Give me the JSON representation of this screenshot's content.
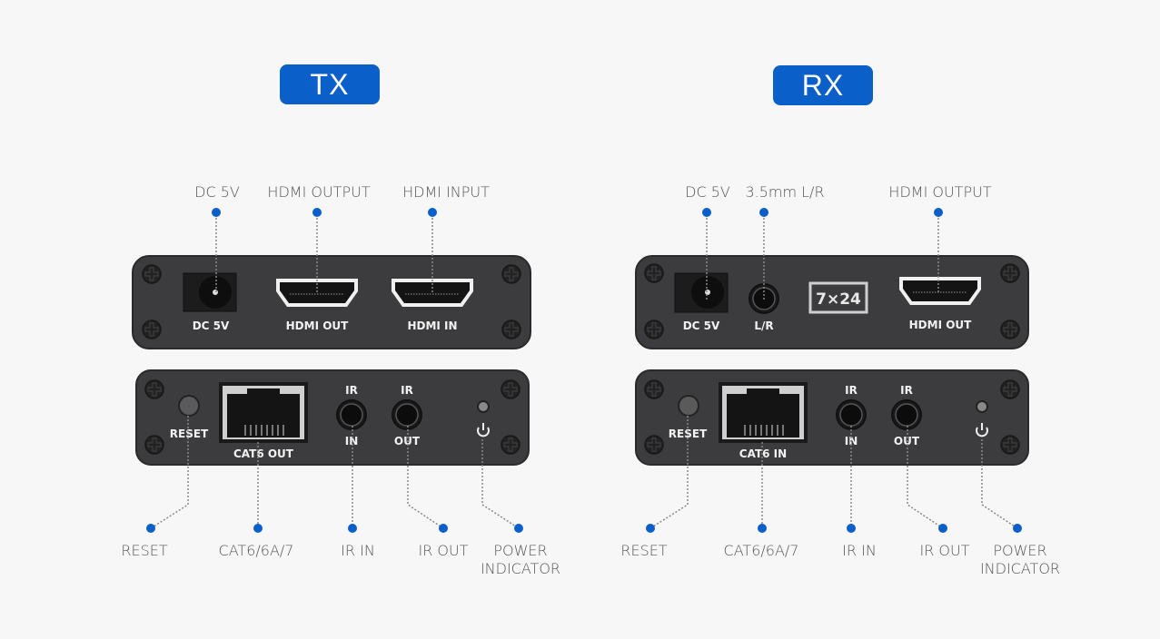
{
  "tx": {
    "title": "TX",
    "top_callouts": [
      "DC 5V",
      "HDMI OUTPUT",
      "HDMI INPUT"
    ],
    "front_panel_labels": [
      "DC 5V",
      "HDMI OUT",
      "HDMI IN"
    ],
    "rear_panel_labels": {
      "reset": "RESET",
      "cat": "CAT6 OUT",
      "ir_top_in": "IR",
      "ir_bottom_in": "IN",
      "ir_top_out": "IR",
      "ir_bottom_out": "OUT"
    },
    "bottom_callouts": [
      "RESET",
      "CAT6/6A/7",
      "IR IN",
      "IR OUT",
      "POWER\nINDICATOR"
    ]
  },
  "rx": {
    "title": "RX",
    "top_callouts": [
      "DC 5V",
      "3.5mm L/R",
      "HDMI OUTPUT"
    ],
    "front_panel_labels": [
      "DC 5V",
      "L/R",
      "HDMI OUT"
    ],
    "badge_7x24": "7×24",
    "rear_panel_labels": {
      "reset": "RESET",
      "cat": "CAT6 IN",
      "ir_top_in": "IR",
      "ir_bottom_in": "IN",
      "ir_top_out": "IR",
      "ir_bottom_out": "OUT"
    },
    "bottom_callouts": [
      "RESET",
      "CAT6/6A/7",
      "IR IN",
      "IR OUT",
      "POWER\nINDICATOR"
    ]
  },
  "colors": {
    "accent": "#0a5fc9",
    "device": "#3c3c3e",
    "background": "#f7f7f7",
    "label": "#555555"
  }
}
